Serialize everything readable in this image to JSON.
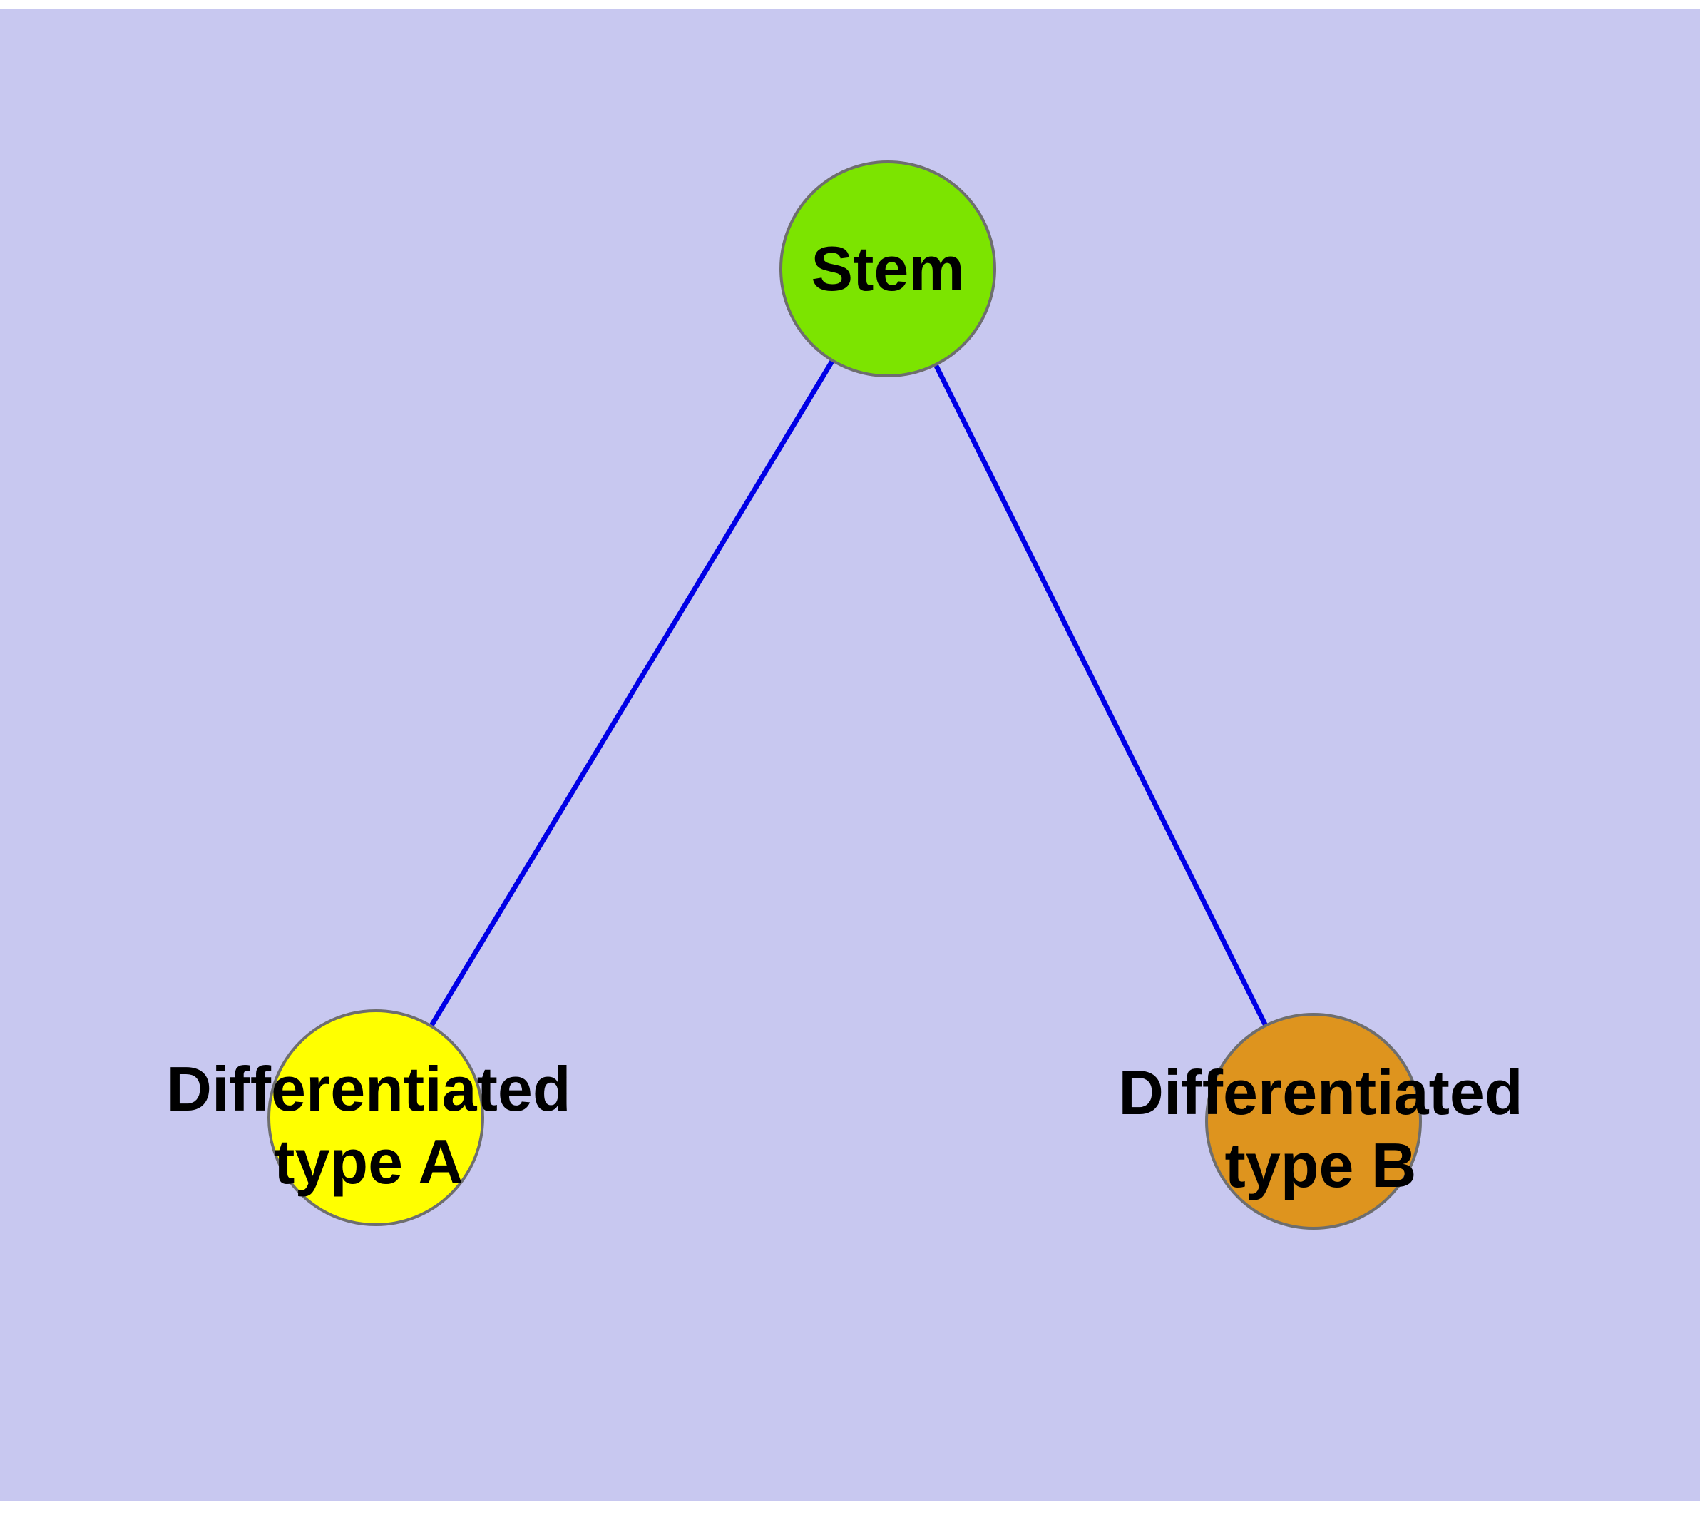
{
  "diagram": {
    "background_color": "#c8c8f0",
    "edge_color": "#0000e6",
    "node_border_color": "#6e6e6e",
    "nodes": [
      {
        "id": "stem",
        "label": "Stem",
        "color": "#7ce400"
      },
      {
        "id": "differentiated-type-a",
        "label_line1": "Differentiated",
        "label_line2": "type A",
        "color": "#ffff00"
      },
      {
        "id": "differentiated-type-b",
        "label_line1": "Differentiated",
        "label_line2": "type B",
        "color": "#de941e"
      }
    ],
    "edges": [
      {
        "from": "stem",
        "to": "differentiated-type-a"
      },
      {
        "from": "stem",
        "to": "differentiated-type-b"
      }
    ]
  }
}
